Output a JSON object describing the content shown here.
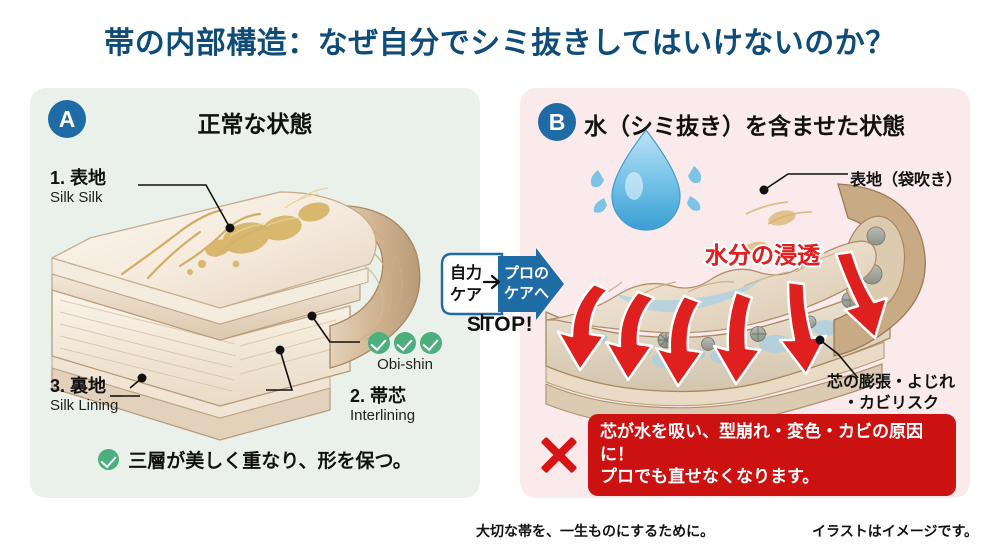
{
  "title": "帯の内部構造：なぜ自分でシミ抜きしてはいけないのか？",
  "colors": {
    "title_blue": "#0f4c78",
    "panel_a_bg": "#e9f1ea",
    "panel_b_bg": "#fbeaec",
    "badge_blue": "#1f6ba5",
    "check_green": "#4caf7d",
    "warn_red": "#cc1111",
    "arrow_blue": "#1f6ba5",
    "water_red": "#e02020"
  },
  "panel_a": {
    "badge": "A",
    "title": "正常な状態",
    "labels": [
      {
        "jp": "1. 表地",
        "en": "Silk Silk"
      },
      {
        "jp": "2. 帯芯",
        "en": "Interlining"
      },
      {
        "jp": "3. 裏地",
        "en": "Silk Lining"
      }
    ],
    "obishin": {
      "caption": "Obi-shin",
      "check_count": 3
    },
    "note": "三層が美しく重なり、形を保つ。"
  },
  "panel_b": {
    "badge": "B",
    "title": "水（シミ抜き）を含ませた状態",
    "label_surface": "表地（袋吹き）",
    "label_core_line1": "芯の膨張・よじれ",
    "label_core_line2": "・カビリスク",
    "water_label": "水分の浸透",
    "warning_line1": "芯が水を吸い、型崩れ・変色・カビの原因に！",
    "warning_line2": "プロでも直せなくなります。"
  },
  "center": {
    "self_care_line1": "自力",
    "self_care_line2": "ケア",
    "pro_care_line1": "プロの",
    "pro_care_line2": "ケアへ",
    "stop": "STOP!"
  },
  "footer": {
    "left": "大切な帯を、一生ものにするために。",
    "right": "イラストはイメージです。"
  }
}
